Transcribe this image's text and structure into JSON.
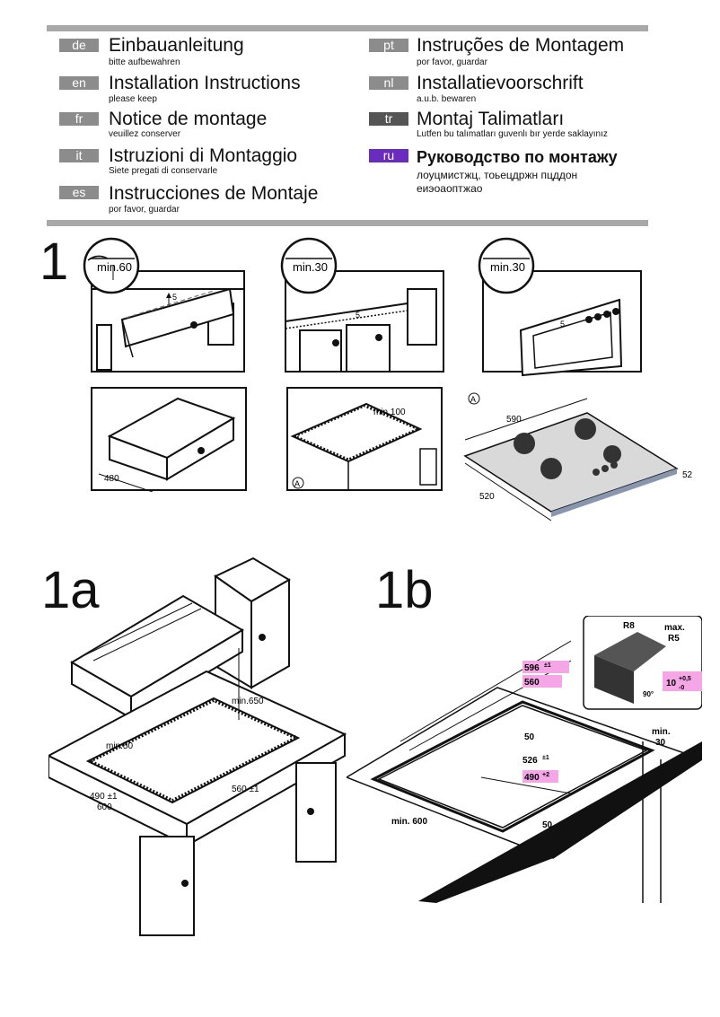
{
  "header": {
    "languages": [
      {
        "code": "de",
        "title": "Einbauanleitung",
        "subtitle": "bitte aufbewahren"
      },
      {
        "code": "en",
        "title": "Installation Instructions",
        "subtitle": "please keep"
      },
      {
        "code": "fr",
        "title": "Notice de montage",
        "subtitle": "veuillez conserver"
      },
      {
        "code": "it",
        "title": "Istruzioni di Montaggio",
        "subtitle": "Siete pregati di conservarle"
      },
      {
        "code": "es",
        "title": "Instrucciones de Montaje",
        "subtitle": "por favor, guardar"
      },
      {
        "code": "pt",
        "title": "Instruções de Montagem",
        "subtitle": "por favor, guardar"
      },
      {
        "code": "nl",
        "title": "Installatievoorschrift",
        "subtitle": "a.u.b. bewaren"
      },
      {
        "code": "tr",
        "title": "Montaj Talimatları",
        "subtitle": "Lutfen bu talımatları guvenlı bır yerde saklayınız"
      },
      {
        "code": "ru",
        "title": "Руководство по монтажу",
        "subtitle": "лоуцмистжц, тоьецдржн пцддон еиэоаоптжао"
      }
    ],
    "tag_colors": {
      "default": "#8c8c8c",
      "tr": "#555555",
      "ru": "#6a2bbf"
    }
  },
  "figure1": {
    "number": "1",
    "panel_a": {
      "circle_label": "min.60",
      "gap": "5"
    },
    "panel_b": {
      "circle_label": "min.30",
      "gap": "5"
    },
    "panel_c": {
      "circle_label": "min.30",
      "gap": "5"
    },
    "drawer_depth": "480",
    "cutout_label": "min.100",
    "marker": "A",
    "hob": {
      "width": "590",
      "depth": "520",
      "height": "52"
    }
  },
  "figure1a": {
    "number": "1a",
    "hood_clearance": "min.650",
    "edge_min": "min.50",
    "width_label": "560 ±1",
    "depth_label": "490 ±1",
    "worktop": "600"
  },
  "figure1b": {
    "number": "1b",
    "corner_radius": "R8",
    "max_radius_a": "max.",
    "max_radius_b": "R5",
    "depth_tol": "10",
    "depth_tol_sup": "+0,5",
    "depth_tol_sub": "-0",
    "dim_596": "596",
    "dim_596_tol": "±1",
    "dim_560": "560",
    "dim_50_top": "50",
    "dim_526": "526",
    "dim_526_tol": "±1",
    "dim_490": "490",
    "dim_490_tol": "+2",
    "dim_50_bottom": "50",
    "min_600": "min. 600",
    "min_30_a": "min.",
    "min_30_b": "30",
    "corner_angle": "90°",
    "highlight_color": "#f4a6e6"
  }
}
